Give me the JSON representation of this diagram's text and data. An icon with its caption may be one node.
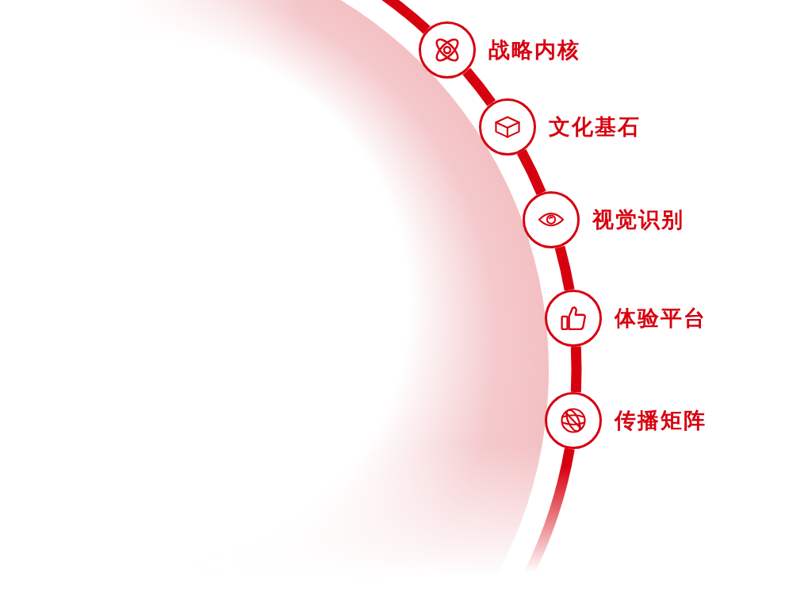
{
  "diagram": {
    "nodes": [
      {
        "text": [],
        "shape": "circle",
        "beside": [
          "战略内核"
        ]
      },
      {
        "text": [],
        "shape": "circle",
        "beside": [
          "文化基石"
        ]
      },
      {
        "text": [],
        "shape": "circle",
        "beside": [
          "视觉识别"
        ]
      },
      {
        "text": [],
        "shape": "circle",
        "beside": [
          "体验平台"
        ]
      },
      {
        "text": [],
        "shape": "circle",
        "beside": [
          "传播矩阵"
        ]
      }
    ],
    "edges": [
      {
        "from": null,
        "to": 0,
        "arrow": "none"
      },
      {
        "from": 0,
        "to": 1,
        "arrow": "none"
      },
      {
        "from": 1,
        "to": 2,
        "arrow": "none"
      },
      {
        "from": 2,
        "to": 3,
        "arrow": "none"
      },
      {
        "from": 3,
        "to": 4,
        "arrow": "none"
      },
      {
        "from": 4,
        "to": null,
        "arrow": "none"
      }
    ]
  }
}
